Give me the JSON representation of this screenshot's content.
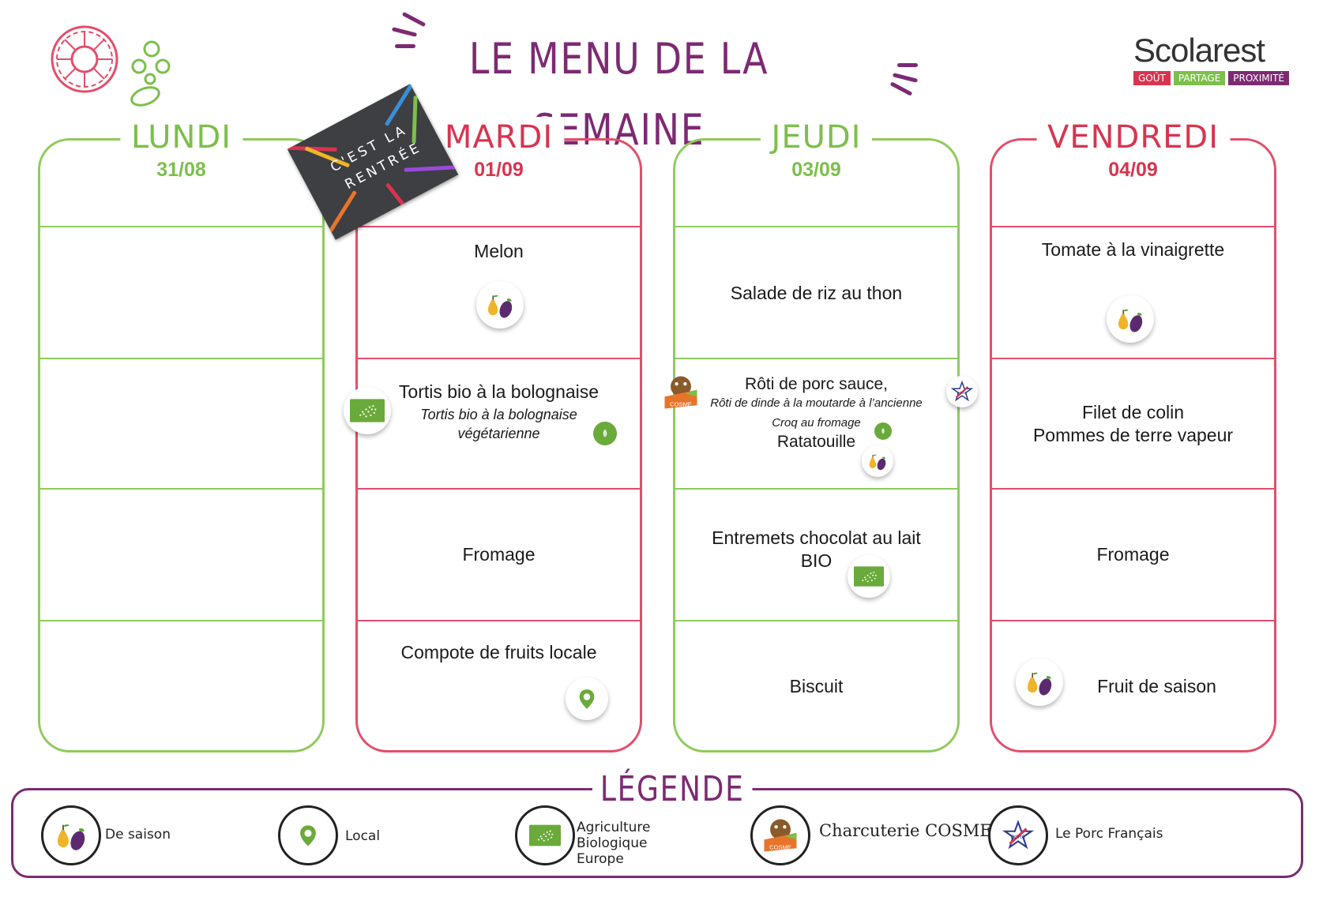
{
  "header": {
    "title": "LE MENU DE LA SEMAINE",
    "brand_name": "Scolarest",
    "brand_tags": [
      "GOÛT",
      "PARTAGE",
      "PROXIMITÉ"
    ]
  },
  "sticker": {
    "text_line1": "C'EST LA",
    "text_line2": "RENTRÉE"
  },
  "days": [
    {
      "name": "LUNDI",
      "date": "31/08",
      "color": "green"
    },
    {
      "name": "MARDI",
      "date": "01/09",
      "color": "pink",
      "entree": "Melon",
      "plat": "Tortis bio à la bolognaise",
      "plat_alt": "Tortis bio à la bolognaise végétarienne",
      "fromage": "Fromage",
      "dessert": "Compote de fruits locale"
    },
    {
      "name": "JEUDI",
      "date": "03/09",
      "color": "green",
      "entree": "Salade de riz au thon",
      "plat": "Rôti de porc sauce,",
      "plat_alt": "Rôti de dinde à la moutarde à l’ancienne",
      "plat_alt2": "Croq au fromage",
      "accomp": "Ratatouille",
      "fromage": "Entremets chocolat au lait BIO",
      "dessert": "Biscuit"
    },
    {
      "name": "VENDREDI",
      "date": "04/09",
      "color": "pink",
      "entree": "Tomate à la vinaigrette",
      "plat": "Filet de colin",
      "accomp": "Pommes de terre vapeur",
      "fromage": "Fromage",
      "dessert": "Fruit de saison"
    }
  ],
  "legend": {
    "title": "LÉGENDE",
    "items": [
      {
        "label": "De saison",
        "icon": "seasonal-icon"
      },
      {
        "label": "Local",
        "icon": "location-pin-icon"
      },
      {
        "label": "Agriculture Biologique Europe",
        "icon": "eu-organic-leaf-icon"
      },
      {
        "label": "Charcuterie COSME",
        "icon": "cosme-icon"
      },
      {
        "label": "Le Porc Français",
        "icon": "porc-francais-icon"
      }
    ]
  },
  "colors": {
    "purple": "#7d2a73",
    "green": "#8fcb5c",
    "pink": "#e34e6b",
    "organic": "#6aaa3a"
  }
}
